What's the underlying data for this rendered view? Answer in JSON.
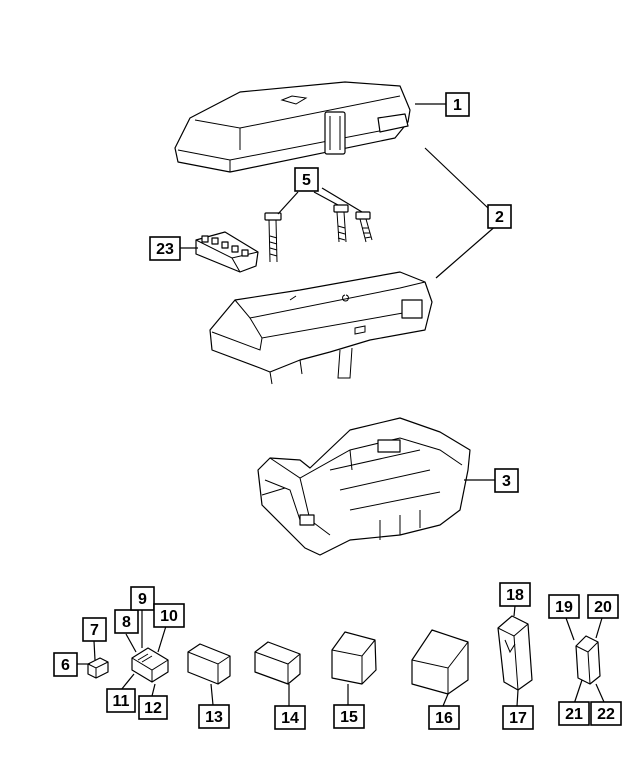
{
  "callouts": [
    "1",
    "2",
    "3",
    "5",
    "6",
    "7",
    "8",
    "9",
    "10",
    "11",
    "12",
    "13",
    "14",
    "15",
    "16",
    "17",
    "18",
    "19",
    "20",
    "21",
    "22",
    "23"
  ],
  "colors": {
    "line": "#000000",
    "background": "#ffffff"
  }
}
